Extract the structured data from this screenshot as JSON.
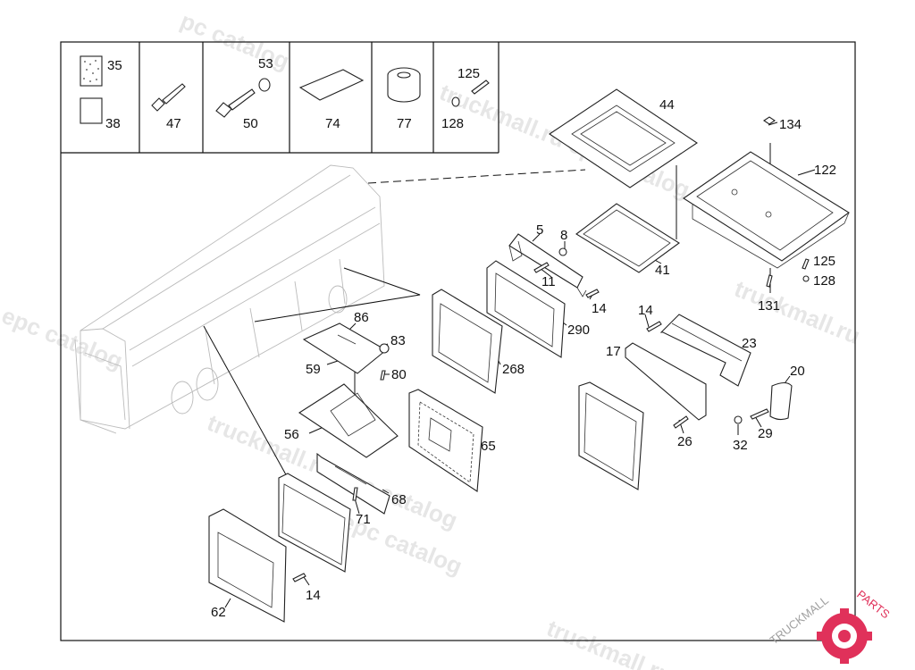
{
  "watermark": {
    "text_long": "truckmall.ru epc catalog",
    "text_short": "epc catalog",
    "text_a": "truckmall.ru",
    "text_c": "pc catalog"
  },
  "logo": {
    "text_1": "TRUCKMALL",
    "text_2": "PARTS",
    "accent": "#e0315a"
  },
  "legend_labels": [
    "35",
    "38",
    "47",
    "53",
    "50",
    "74",
    "77",
    "125",
    "128"
  ],
  "callouts": {
    "p44": "44",
    "p134": "134",
    "p122": "122",
    "p5": "5",
    "p8": "8",
    "p41": "41",
    "p11": "11",
    "p14a": "14",
    "p125": "125",
    "p128": "128",
    "p131": "131",
    "p290": "290",
    "p86": "86",
    "p83": "83",
    "p14b": "14",
    "p23": "23",
    "p268": "268",
    "p59": "59",
    "p80": "80",
    "p17": "17",
    "p20": "20",
    "p56": "56",
    "p65": "65",
    "p26": "26",
    "p32": "32",
    "p29": "29",
    "p68": "68",
    "p71": "71",
    "p14c": "14",
    "p62": "62"
  }
}
